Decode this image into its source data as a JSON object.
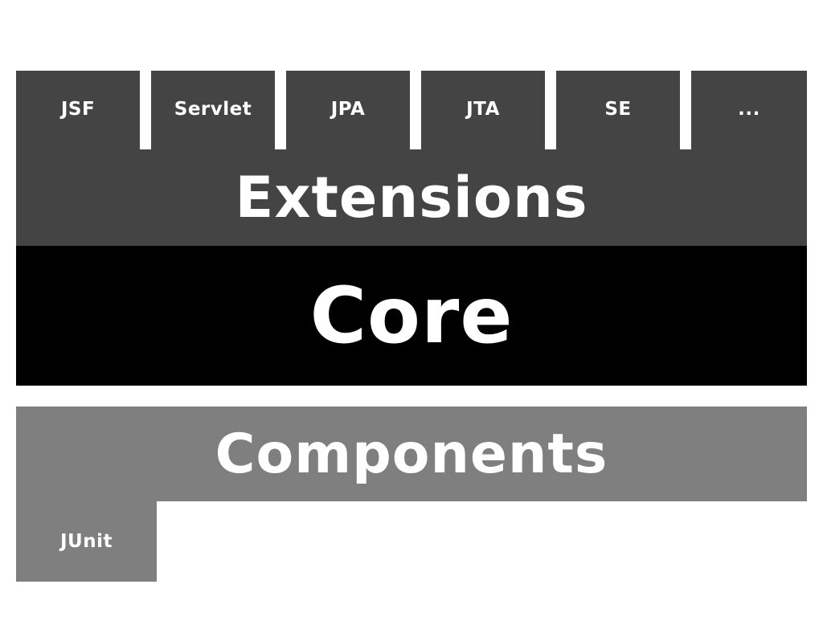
{
  "extensions": {
    "label": "Extensions",
    "items": [
      {
        "label": "JSF"
      },
      {
        "label": "Servlet"
      },
      {
        "label": "JPA"
      },
      {
        "label": "JTA"
      },
      {
        "label": "SE"
      },
      {
        "label": "..."
      }
    ]
  },
  "core": {
    "label": "Core"
  },
  "components": {
    "label": "Components",
    "items": [
      {
        "label": "JUnit"
      }
    ]
  },
  "colors": {
    "extensions": "#444444",
    "core": "#000000",
    "components": "#7f7f7f",
    "text": "#ffffff"
  }
}
